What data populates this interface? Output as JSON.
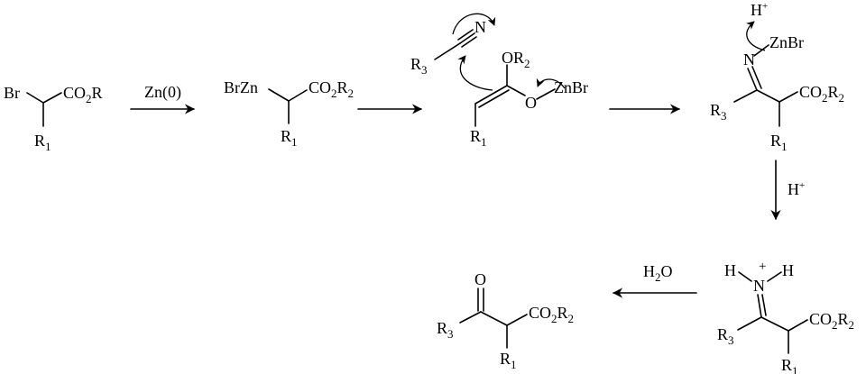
{
  "reagents": {
    "step1": "Zn(0)",
    "protonation": "H",
    "protonation_sup": "+",
    "hydrolysis": "H",
    "hydrolysis_sub": "2",
    "hydrolysis_tail": "O"
  },
  "labels": {
    "br": "Br",
    "co2r": "CO",
    "sub2": "2",
    "r": "R",
    "r1": "R",
    "one": "1",
    "brzn": "BrZn",
    "n": "N",
    "r3": "R",
    "three": "3",
    "or2": "OR",
    "o": "O",
    "znbr": "ZnBr",
    "h": "H",
    "plus": "+",
    "r2tail": "R"
  }
}
